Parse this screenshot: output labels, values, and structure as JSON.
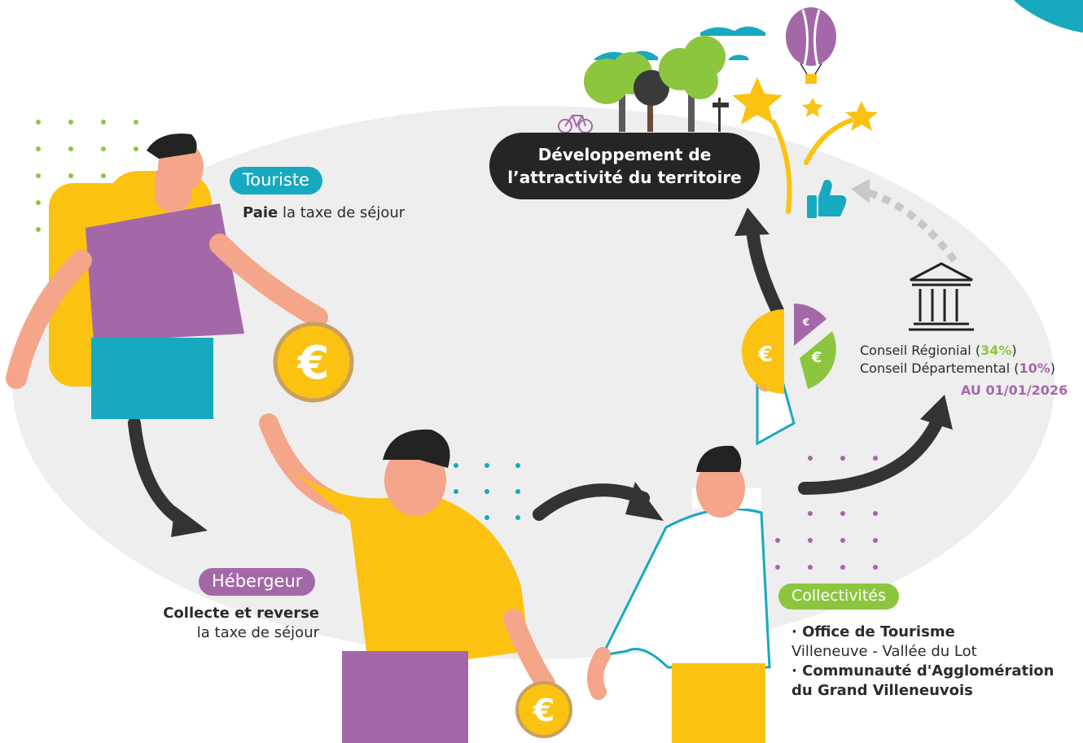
{
  "colors": {
    "teal": "#17a9bf",
    "purple": "#a468a8",
    "green": "#8cc63f",
    "yellow": "#fcc211",
    "dark": "#252525",
    "grey_bg": "#eeeeee"
  },
  "center_box": {
    "line1": "Développement de",
    "line2": "l’attractivité du territoire"
  },
  "touriste": {
    "tag": "Touriste",
    "desc_bold": "Paie",
    "desc_rest": " la taxe de séjour"
  },
  "hebergeur": {
    "tag": "Hébergeur",
    "line1": "Collecte et reverse",
    "line2": "la taxe de séjour"
  },
  "collectivites": {
    "tag": "Collectivités",
    "item1_bold": "· Office de Tourisme",
    "item1_rest": "Villeneuve - Vallée du Lot",
    "item2_bold_line1": "· Communauté d'Agglomération",
    "item2_bold_line2": "du Grand Villeneuvois"
  },
  "conseils": {
    "regional_label": "Conseil Régionial (",
    "regional_pct": "34%",
    "regional_close": ")",
    "departemental_label": "Conseil Départemental (",
    "departemental_pct": "10%",
    "departemental_close": ")",
    "date": "AU 01/01/2026"
  },
  "icons": {
    "coin": "euro-coin-icon",
    "pie": "euro-pie-icon",
    "building": "government-building-icon",
    "thumb": "thumbs-up-icon",
    "balloon": "hot-air-balloon-icon",
    "star": "star-icon",
    "bike": "bicycle-icon",
    "trees": "trees-icon"
  }
}
